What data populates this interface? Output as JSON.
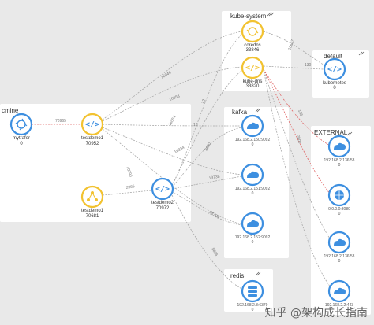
{
  "namespaces": {
    "cmine": "cmine",
    "kube_system": "kube-system",
    "default": "default",
    "kafka": "kafka",
    "external": "EXTERNAL",
    "redis": "redis"
  },
  "nodes": {
    "mytrafer": {
      "name": "mytrafer",
      "value": "0"
    },
    "testdemo1": {
      "name": "testdemo1",
      "value": "70952"
    },
    "testdemo1b": {
      "name": "testdemo1",
      "value": "70681"
    },
    "testdemo2": {
      "name": "testdemo2",
      "value": "70972"
    },
    "coredns": {
      "name": "coredns",
      "value": "33846"
    },
    "kubedns": {
      "name": "kube-dns",
      "value": "33820"
    },
    "kubernetes": {
      "name": "kubernetes",
      "value": "0"
    },
    "kafka1": {
      "name": "192.168.2.150:9092",
      "value": "0"
    },
    "kafka2": {
      "name": "192.168.2.151:9092",
      "value": "0"
    },
    "kafka3": {
      "name": "192.168.2.152:9092",
      "value": "0"
    },
    "redis1": {
      "name": "192.168.2.8:6379",
      "value": "0"
    },
    "ext1": {
      "name": "192.168.2.136:53",
      "value": "0"
    },
    "ext2": {
      "name": "0.0.0.0:8080",
      "value": "0"
    },
    "ext3": {
      "name": "192.168.2.136:53",
      "value": "0"
    },
    "ext4": {
      "name": "192.168.2.2:443",
      "value": "0"
    }
  },
  "edges": {
    "e1": "70965",
    "e2": "16045",
    "e3": "16058",
    "e4": "12",
    "e5": "16054",
    "e6": "15",
    "e7": "70990",
    "e8": "2885",
    "e9": "16834",
    "e10": "13738",
    "e11": "3660",
    "e12": "28794",
    "e13": "5886",
    "e14": "16627",
    "e15": "130",
    "e16": "155",
    "e17": "7800"
  },
  "watermark": "知乎 @架构成长指南",
  "colors": {
    "blue": "#3d8fe0",
    "yellow": "#f2c230",
    "edge": "#a8a8a8",
    "error": "#e06464"
  }
}
